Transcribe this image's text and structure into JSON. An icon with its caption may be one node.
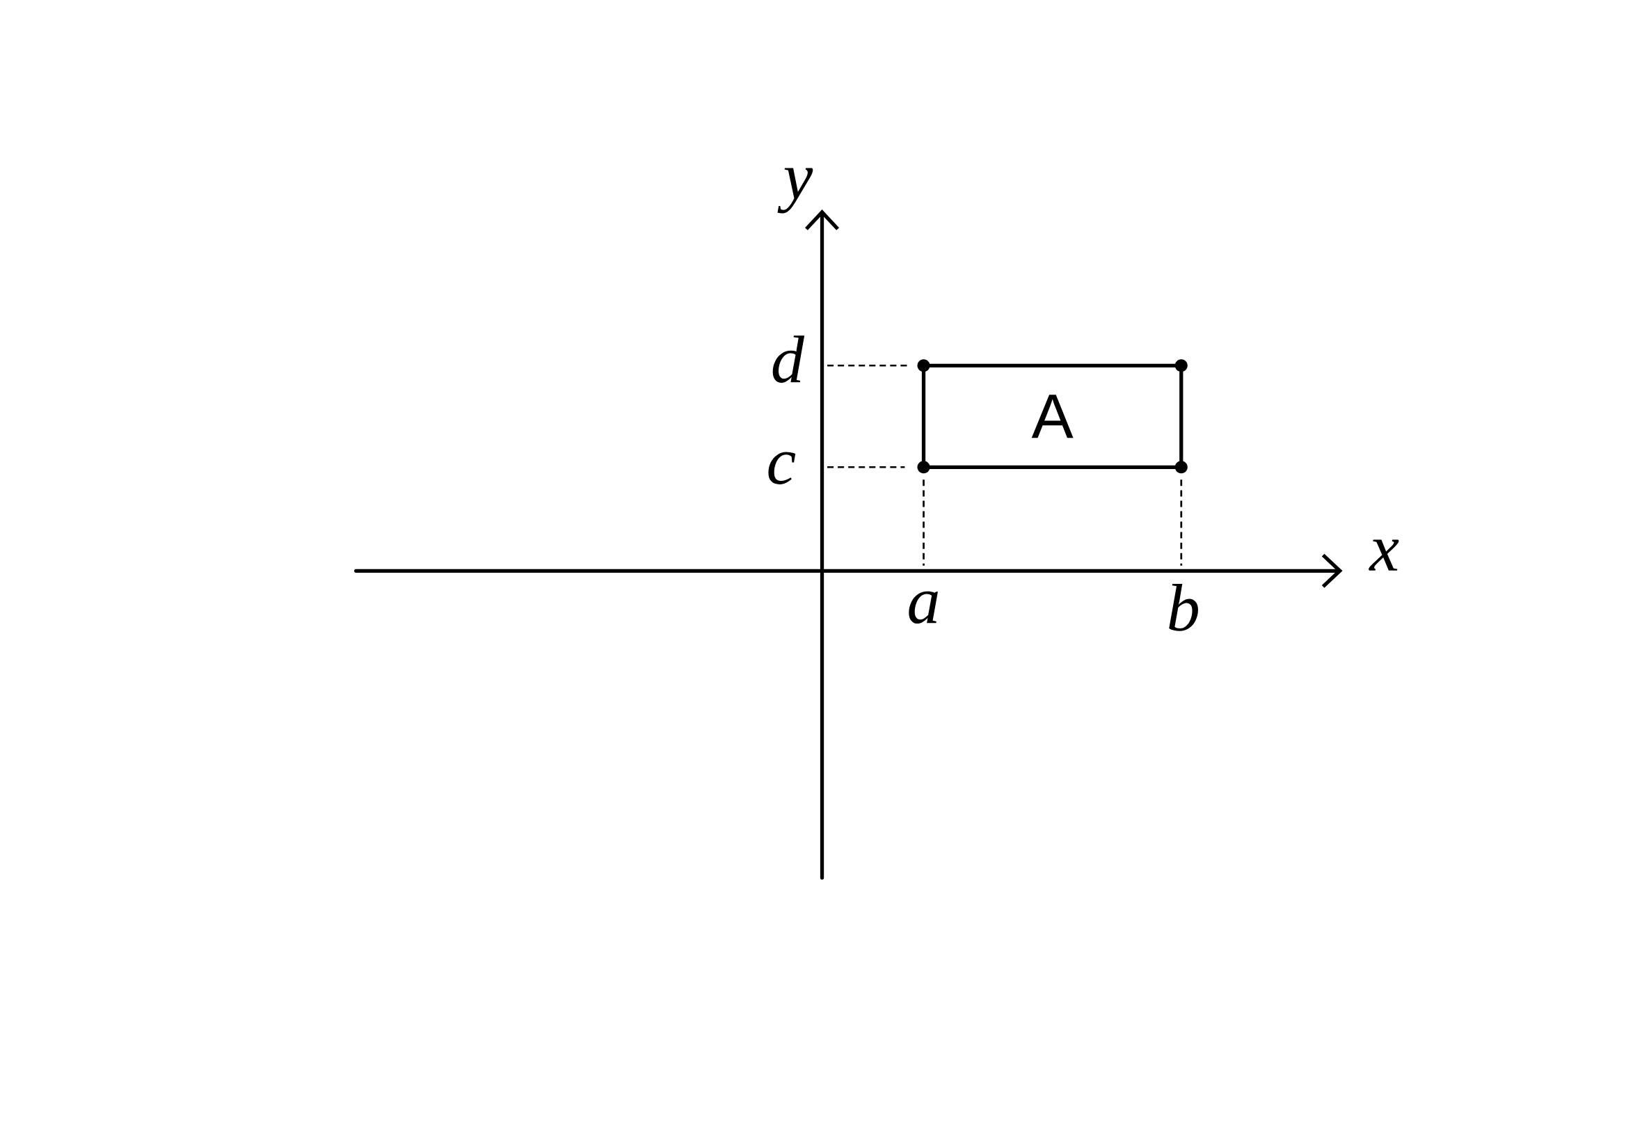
{
  "diagram": {
    "nodes": [
      {
        "text": [
          "A"
        ]
      }
    ],
    "edges": [],
    "labels": [
      "y",
      "d",
      "c",
      "x",
      "a",
      "b"
    ]
  }
}
